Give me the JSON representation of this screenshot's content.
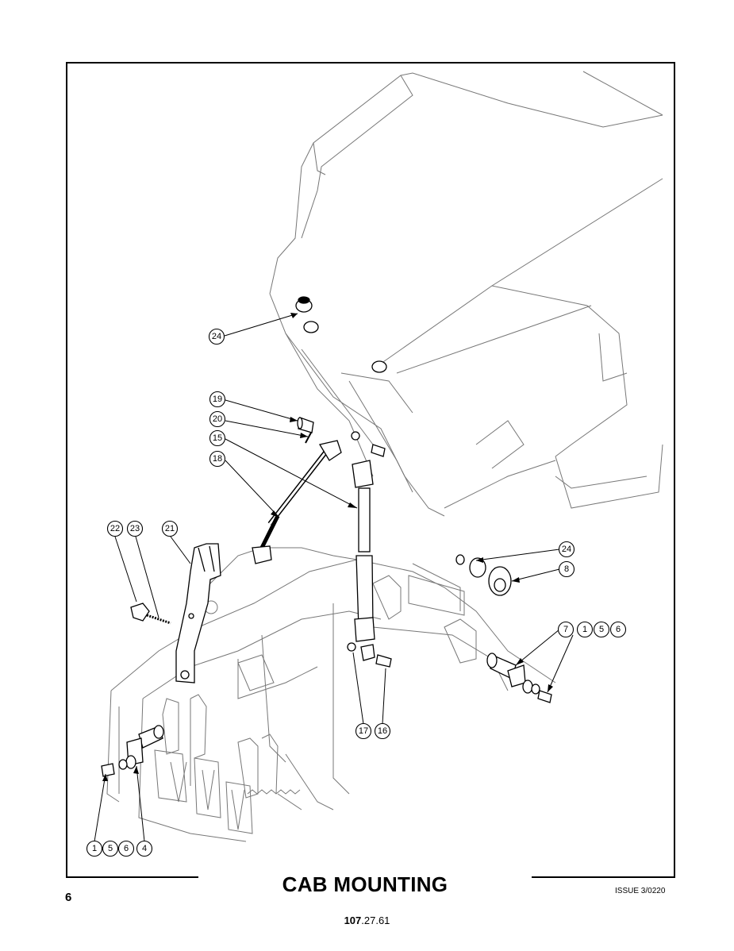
{
  "title": "CAB MOUNTING",
  "page_number": "6",
  "issue": "ISSUE 3/0220",
  "document_number_bold": "107",
  "document_number_rest": ".27.61",
  "callouts": [
    {
      "id": "24a",
      "label": "24"
    },
    {
      "id": "19",
      "label": "19"
    },
    {
      "id": "20",
      "label": "20"
    },
    {
      "id": "15",
      "label": "15"
    },
    {
      "id": "18",
      "label": "18"
    },
    {
      "id": "22",
      "label": "22"
    },
    {
      "id": "23",
      "label": "23"
    },
    {
      "id": "21",
      "label": "21"
    },
    {
      "id": "24b",
      "label": "24"
    },
    {
      "id": "8",
      "label": "8"
    },
    {
      "id": "7",
      "label": "7"
    },
    {
      "id": "1a",
      "label": "1"
    },
    {
      "id": "5a",
      "label": "5"
    },
    {
      "id": "6a",
      "label": "6"
    },
    {
      "id": "17",
      "label": "17"
    },
    {
      "id": "16",
      "label": "16"
    },
    {
      "id": "1b",
      "label": "1"
    },
    {
      "id": "5b",
      "label": "5"
    },
    {
      "id": "6b",
      "label": "6"
    },
    {
      "id": "4",
      "label": "4"
    }
  ]
}
